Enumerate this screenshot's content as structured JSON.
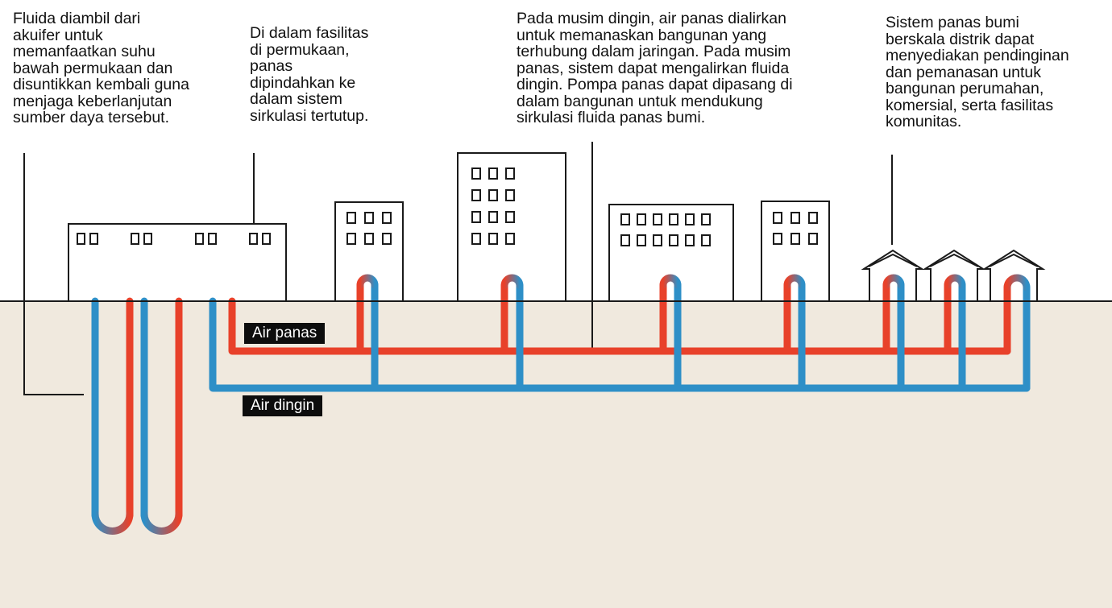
{
  "annotations": {
    "aquifer": "Fluida diambil dari\nakuifer untuk\nmemanfaatkan suhu\nbawah permukaan dan\ndisuntikkan kembali guna\nmenjaga keberlanjutan\nsumber daya tersebut.",
    "facility": "Di dalam fasilitas\ndi permukaan,\npanas\ndipindahkan ke\ndalam sistem\nsirkulasi tertutup.",
    "seasons": "Pada musim dingin, air panas dialirkan\nuntuk memanaskan bangunan yang\nterhubung dalam jaringan. Pada musim\npanas, sistem dapat mengalirkan fluida\ndingin. Pompa panas dapat dipasang di\ndalam bangunan untuk mendukung\nsirkulasi fluida panas bumi.",
    "district": "Sistem panas bumi\nberskala distrik dapat\nmenyediakan pendinginan\ndan pemanasan untuk\nbangunan perumahan,\nkomersial, serta fasilitas\nkomunitas."
  },
  "labels": {
    "hot": "Air panas",
    "cold": "Air dingin"
  },
  "colors": {
    "hot_pipe": "#e8412a",
    "cold_pipe": "#2e8fc7",
    "ground": "#f0e9de",
    "outline": "#1a1a1a",
    "label_bg": "#0d0d0d"
  }
}
